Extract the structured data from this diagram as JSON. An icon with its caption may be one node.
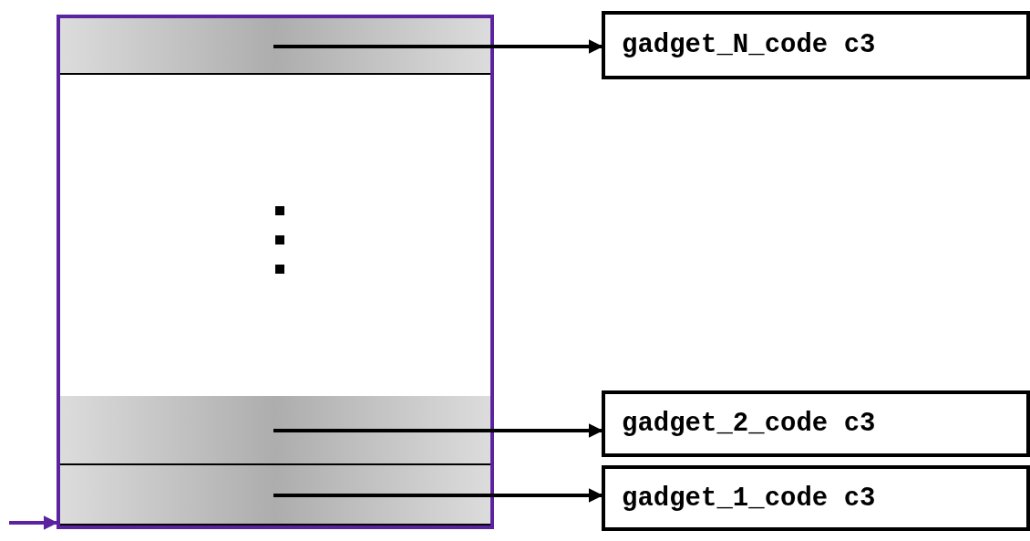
{
  "diagram": {
    "nodes": [
      {
        "text": [],
        "shape": "box"
      },
      {
        "text": [],
        "shape": "bar",
        "in": 0
      },
      {
        "text": [],
        "shape": "bar",
        "in": 0
      },
      {
        "text": [],
        "shape": "bar",
        "in": 0
      },
      {
        "text": [
          "gadget_N_code c3"
        ]
      },
      {
        "text": [
          "gadget_2_code c3"
        ]
      },
      {
        "text": [
          "gadget_1_code c3"
        ]
      }
    ],
    "edges": [
      {
        "from": 1,
        "to": 4,
        "arrow": "to"
      },
      {
        "from": 2,
        "to": 5,
        "arrow": "to"
      },
      {
        "from": 3,
        "to": 6,
        "arrow": "to"
      },
      {
        "from": null,
        "to": 0,
        "arrow": "to",
        "color": "#5b23a0"
      }
    ]
  }
}
